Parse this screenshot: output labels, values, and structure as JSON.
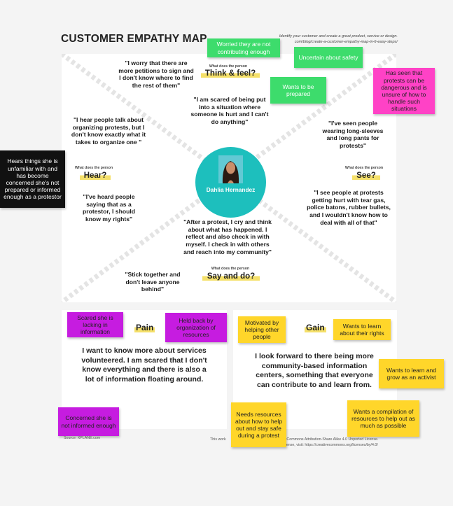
{
  "title": "CUSTOMER EMPATHY MAP",
  "header_note": {
    "line1": "Identify your customer and create a great product, service or design.",
    "line2": "com/blog/create-a-customer-empathy-map-in-6-easy-steps/"
  },
  "persona": {
    "name": "Dahlia Hernandez"
  },
  "quadrants": {
    "think": {
      "small": "What does the person",
      "big": "Think & feel?"
    },
    "hear": {
      "small": "What does the person",
      "big": "Hear?"
    },
    "see": {
      "small": "What does the person",
      "big": "See?"
    },
    "say": {
      "small": "What does the person",
      "big": "Say and do?"
    }
  },
  "quotes": {
    "think_1": "\"I worry that there are more petitions to sign and I don't know where to find the rest of them\"",
    "think_2": "\"I am scared of being put into a situation where someone is hurt and I can't do anything\"",
    "hear_1": "\"I hear people talk about organizing protests, but I don't know exactly what it takes to organize one \"",
    "hear_2": "\"I've heard people saying that as a protestor, I should know my rights\"",
    "see_1": "\"I've seen people wearing long-sleeves and long pants for protests\"",
    "see_2": "\"I see people at protests getting hurt with tear gas, police batons, rubber bullets, and I wouldn't know how to deal with all of that\"",
    "say_1": "\"After a protest, I cry and think about what has happened. I reflect and also check in with myself. I check in with others and reach into my community\"",
    "say_2": "\"Stick together and don't leave anyone behind\""
  },
  "notes": {
    "green_1": "Worried they are not contributing enough",
    "green_2": "Uncertain about safety",
    "green_3": "Wants to be prepared",
    "pink_1": "Has seen that protests can be dangerous and is unsure of how to handle such situations",
    "black_1": "Hears things she is unfamiliar with and has become concerned she's not prepared or informed enough as a protestor",
    "purple_1": "Scared she is lacking in information",
    "purple_2": "Held back by organization of resources",
    "purple_3": "Concerned she is not informed enough",
    "yellow_1": "Motivated by helping other people",
    "yellow_2": "Wants to learn about their rights",
    "yellow_3": "Wants to learn and grow as an activist",
    "yellow_4": "Wants a compilation of resources to help out as much as possible",
    "yellow_5": "Needs resources about how to help out and stay safe during a protest"
  },
  "pain": {
    "title": "Pain",
    "text": "I want to know more about services volunteered. I am scared that I don't know everything and there is also a lot of information floating around."
  },
  "gain": {
    "title": "Gain",
    "text": "I look forward to there being more community-based information centers, something that everyone can contribute to and learn from."
  },
  "footer": {
    "source": "Source: XPLANE.com",
    "license_1": "This work",
    "license_2": "e Commons Attribution-Share Alike 4.0 Unported License.",
    "license_3": "icense, visit: https://creativecommons.org/licenses/by/4.0/"
  },
  "colors": {
    "persona": "#1dbfbd",
    "green": "#3ddc6c",
    "pink": "#ff42c6",
    "purple": "#c61ce0",
    "yellow": "#ffd62a",
    "black": "#111111",
    "highlight": "#f5e06a"
  }
}
